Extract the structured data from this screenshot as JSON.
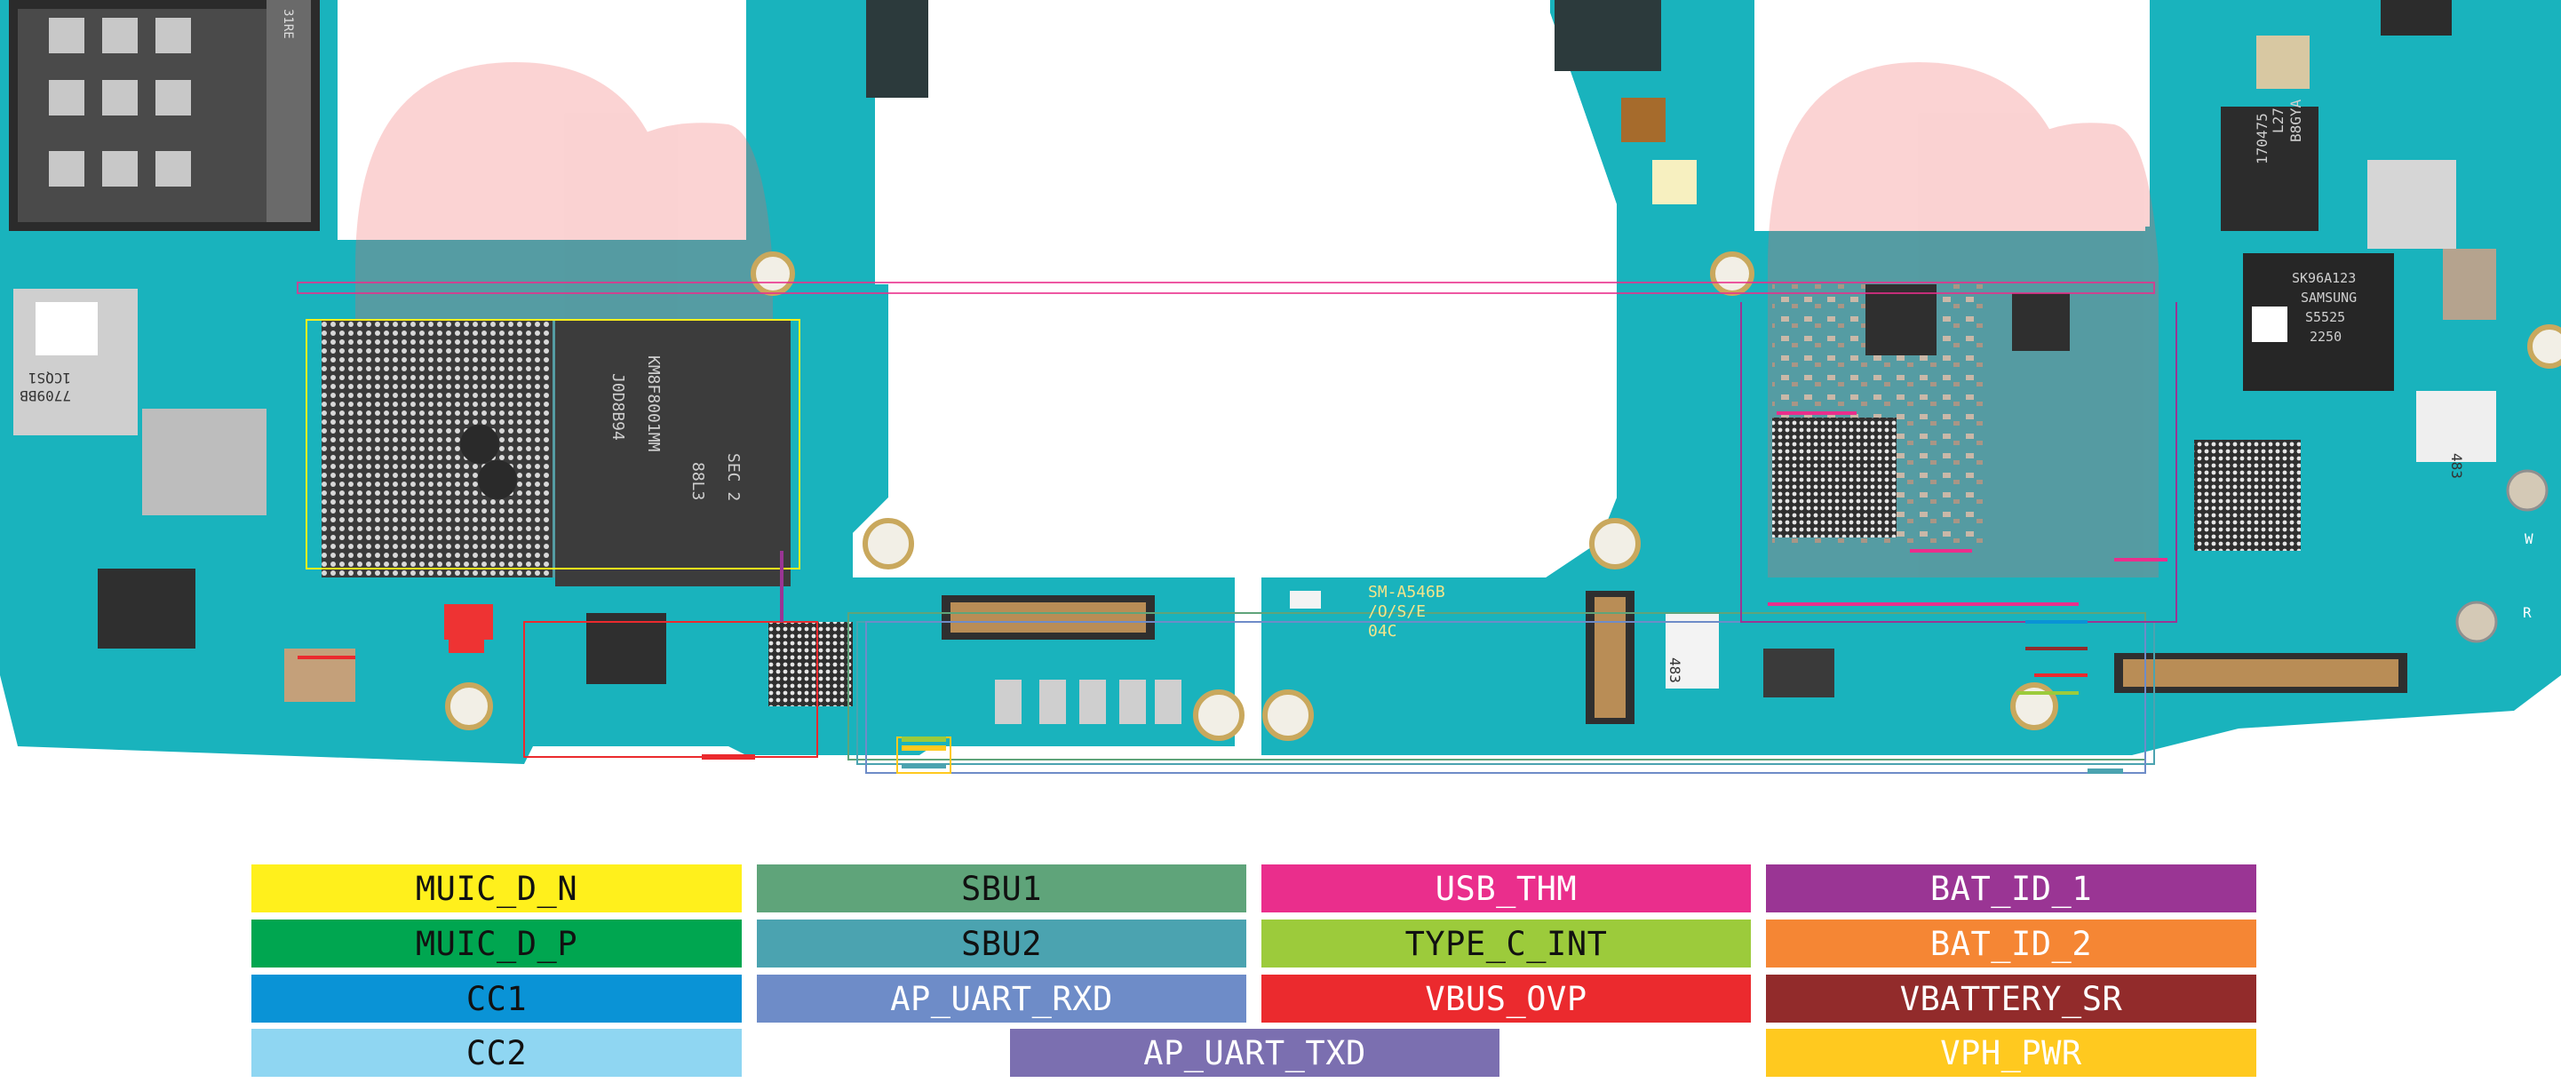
{
  "board": {
    "model_label": "SM-A546B",
    "model_sub": "/O/S/E",
    "rev_label": "04C",
    "chip_labels": {
      "sim": "31RE",
      "mem1": "SEC 2",
      "mem2": "88L3",
      "mem3": "KM8F8001MM",
      "mem4": "J0D8B94",
      "small1": "7709BB",
      "small2": "1CQS1",
      "l27_1": "L27",
      "l27_2": "B8GYA",
      "l27_3": "170475",
      "sk_1": "SK96A123",
      "sk_2": "SAMSUNG",
      "sk_3": "S5525",
      "sk_4": "2250",
      "r483": "483",
      "r483b": "483",
      "ant_w": "W",
      "ant_r": "R"
    }
  },
  "legend": [
    {
      "label": "MUIC_D_N",
      "color": "#FFF01C",
      "text": "#111111"
    },
    {
      "label": "SBU1",
      "color": "#5FA47A",
      "text": "#111111"
    },
    {
      "label": "USB_THM",
      "color": "#EA2E8C",
      "text": "#ffffff"
    },
    {
      "label": "BAT_ID_1",
      "color": "#9A3594",
      "text": "#ffffff"
    },
    {
      "label": "MUIC_D_P",
      "color": "#00A650",
      "text": "#111111"
    },
    {
      "label": "SBU2",
      "color": "#4BA3B0",
      "text": "#111111"
    },
    {
      "label": "TYPE_C_INT",
      "color": "#9CCB3B",
      "text": "#111111"
    },
    {
      "label": "BAT_ID_2",
      "color": "#F58634",
      "text": "#ffffff"
    },
    {
      "label": "CC1",
      "color": "#0A93D6",
      "text": "#111111"
    },
    {
      "label": "AP_UART_RXD",
      "color": "#6E8CC8",
      "text": "#ffffff"
    },
    {
      "label": "VBUS_OVP",
      "color": "#EB2A2E",
      "text": "#ffffff"
    },
    {
      "label": "VBATTERY_SR",
      "color": "#922B2B",
      "text": "#ffffff"
    },
    {
      "label": "CC2",
      "color": "#8FD6F2",
      "text": "#111111"
    },
    {
      "label": "AP_UART_TXD",
      "color": "#7B6FB0",
      "text": "#ffffff"
    },
    {
      "label": "VPH_PWR",
      "color": "#FFC91F",
      "text": "#ffffff"
    }
  ]
}
